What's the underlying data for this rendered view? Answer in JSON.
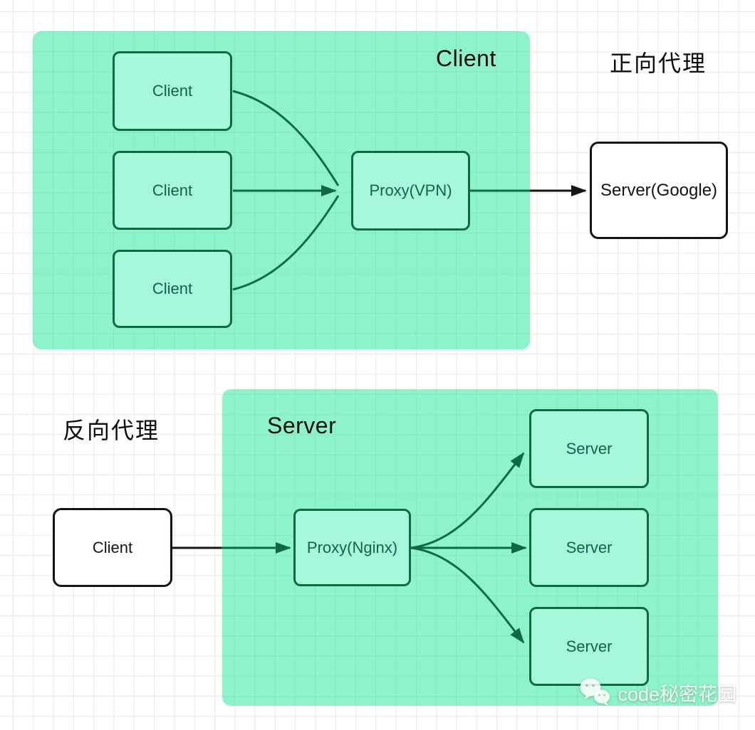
{
  "diagram": {
    "forward": {
      "section_label": "正向代理",
      "group_title": "Client",
      "clients": [
        "Client",
        "Client",
        "Client"
      ],
      "proxy_label": "Proxy(VPN)",
      "server_label": "Server(Google)"
    },
    "reverse": {
      "section_label": "反向代理",
      "group_title": "Server",
      "client_label": "Client",
      "proxy_label": "Proxy(Nginx)",
      "servers": [
        "Server",
        "Server",
        "Server"
      ]
    },
    "watermark": {
      "icon": "wechat-icon",
      "text": "code秘密花园"
    },
    "colors": {
      "group_fill": "#8cf3ca",
      "node_fill": "#a5f8d9",
      "stroke_green": "#0e6a45",
      "stroke_black": "#151515",
      "grid": "#e9e9e9"
    }
  }
}
